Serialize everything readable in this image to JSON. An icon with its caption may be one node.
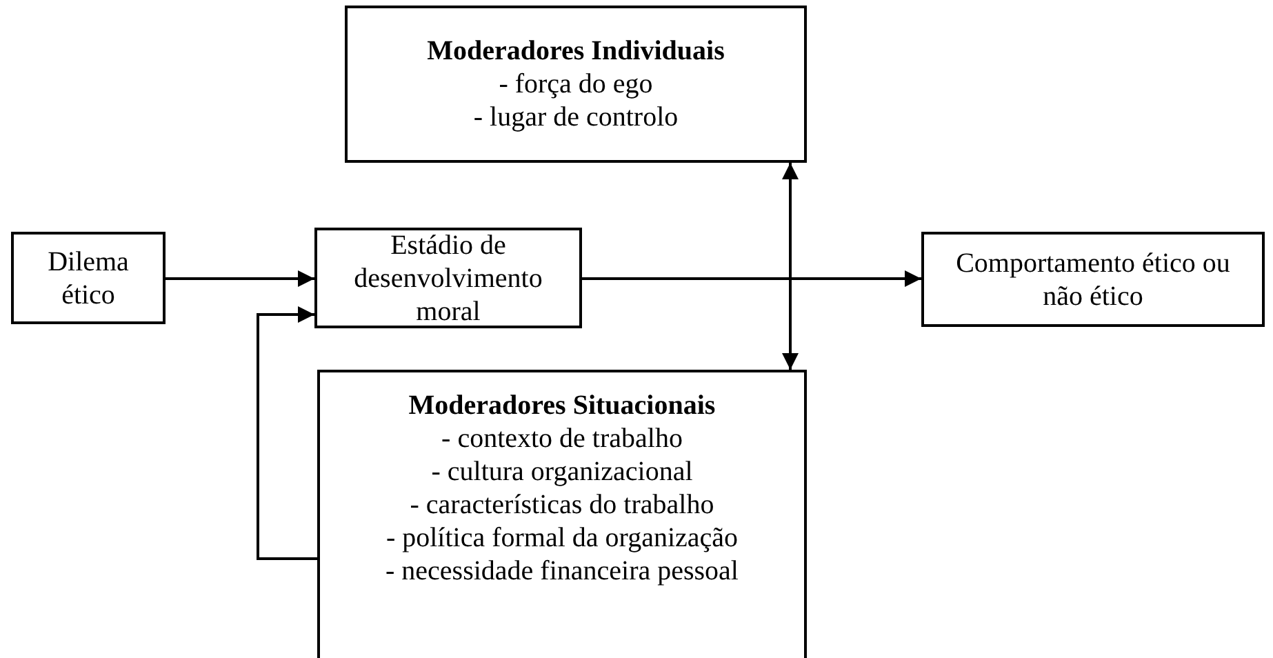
{
  "diagram": {
    "nodes": [
      {
        "text": [
          "Dilema ético"
        ]
      },
      {
        "text": [
          "Estádio de desenvolvimento moral"
        ]
      },
      {
        "text": [
          "Moderadores Individuais",
          "- força do ego",
          "- lugar de controlo"
        ]
      },
      {
        "text": [
          "Comportamento ético ou não ético"
        ]
      },
      {
        "text": [
          "Moderadores Situacionais",
          "- contexto de trabalho",
          "- cultura organizacional",
          "- características do trabalho",
          "- política formal da organização",
          "- necessidade financeira pessoal"
        ]
      }
    ],
    "edges": [
      {
        "from": 0,
        "to": 1,
        "arrow": "to"
      },
      {
        "from": 1,
        "to": 3,
        "arrow": "to"
      },
      {
        "from": 2,
        "to": 4,
        "arrow": "both"
      },
      {
        "from": 4,
        "to": 1,
        "arrow": "to"
      }
    ]
  }
}
